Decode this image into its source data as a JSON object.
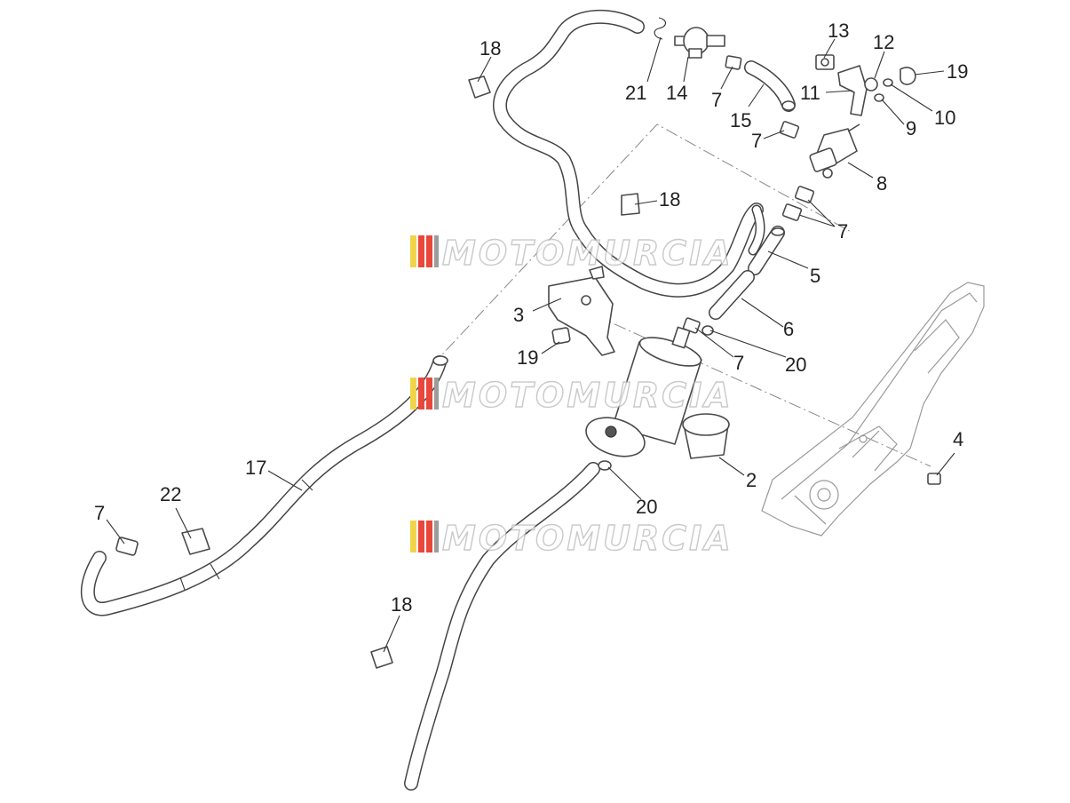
{
  "watermark": {
    "text": "MOTOMURCIA",
    "stripe_colors": [
      "#f2d44a",
      "#e8473a",
      "#e8473a",
      "#9c9c9c"
    ]
  },
  "callouts": [
    {
      "id": "c18a",
      "label": "18"
    },
    {
      "id": "c21",
      "label": "21"
    },
    {
      "id": "c14",
      "label": "14"
    },
    {
      "id": "c7a",
      "label": "7"
    },
    {
      "id": "c15",
      "label": "15"
    },
    {
      "id": "c13",
      "label": "13"
    },
    {
      "id": "c12",
      "label": "12"
    },
    {
      "id": "c19a",
      "label": "19"
    },
    {
      "id": "c11",
      "label": "11"
    },
    {
      "id": "c10",
      "label": "10"
    },
    {
      "id": "c9",
      "label": "9"
    },
    {
      "id": "c7b",
      "label": "7"
    },
    {
      "id": "c8",
      "label": "8"
    },
    {
      "id": "c18b",
      "label": "18"
    },
    {
      "id": "c7c",
      "label": "7"
    },
    {
      "id": "c5",
      "label": "5"
    },
    {
      "id": "c3",
      "label": "3"
    },
    {
      "id": "c6",
      "label": "6"
    },
    {
      "id": "c19b",
      "label": "19"
    },
    {
      "id": "c7d",
      "label": "7"
    },
    {
      "id": "c20a",
      "label": "20"
    },
    {
      "id": "c4",
      "label": "4"
    },
    {
      "id": "c17",
      "label": "17"
    },
    {
      "id": "c2",
      "label": "2"
    },
    {
      "id": "c7e",
      "label": "7"
    },
    {
      "id": "c22",
      "label": "22"
    },
    {
      "id": "c20b",
      "label": "20"
    },
    {
      "id": "c18c",
      "label": "18"
    }
  ]
}
